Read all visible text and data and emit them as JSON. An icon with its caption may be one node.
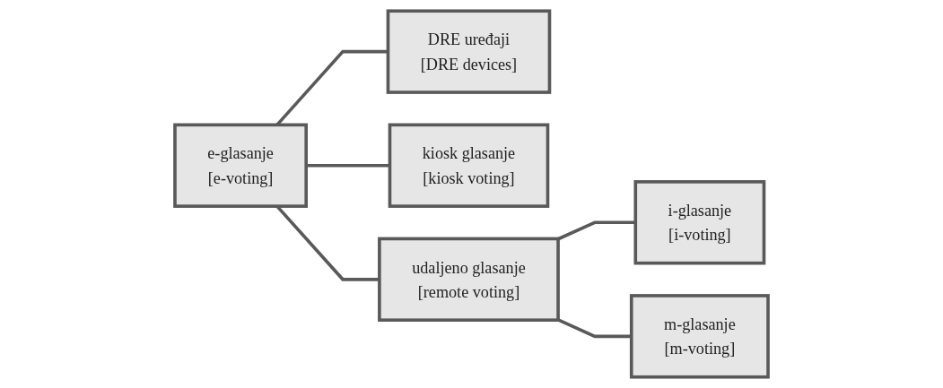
{
  "diagram": {
    "nodes": [
      {
        "text": [
          "e-glasanje",
          "[e-voting]"
        ]
      },
      {
        "text": [
          "DRE uređaji",
          "[DRE devices]"
        ]
      },
      {
        "text": [
          "kiosk glasanje",
          "[kiosk voting]"
        ]
      },
      {
        "text": [
          "udaljeno glasanje",
          "[remote voting]"
        ]
      },
      {
        "text": [
          "i-glasanje",
          "[i-voting]"
        ]
      },
      {
        "text": [
          "m-glasanje",
          "[m-voting]"
        ]
      }
    ],
    "edges": [
      {
        "from": 0,
        "to": 1,
        "arrow": "none"
      },
      {
        "from": 0,
        "to": 2,
        "arrow": "none"
      },
      {
        "from": 0,
        "to": 3,
        "arrow": "none"
      },
      {
        "from": 3,
        "to": 4,
        "arrow": "none"
      },
      {
        "from": 3,
        "to": 5,
        "arrow": "none"
      }
    ]
  }
}
